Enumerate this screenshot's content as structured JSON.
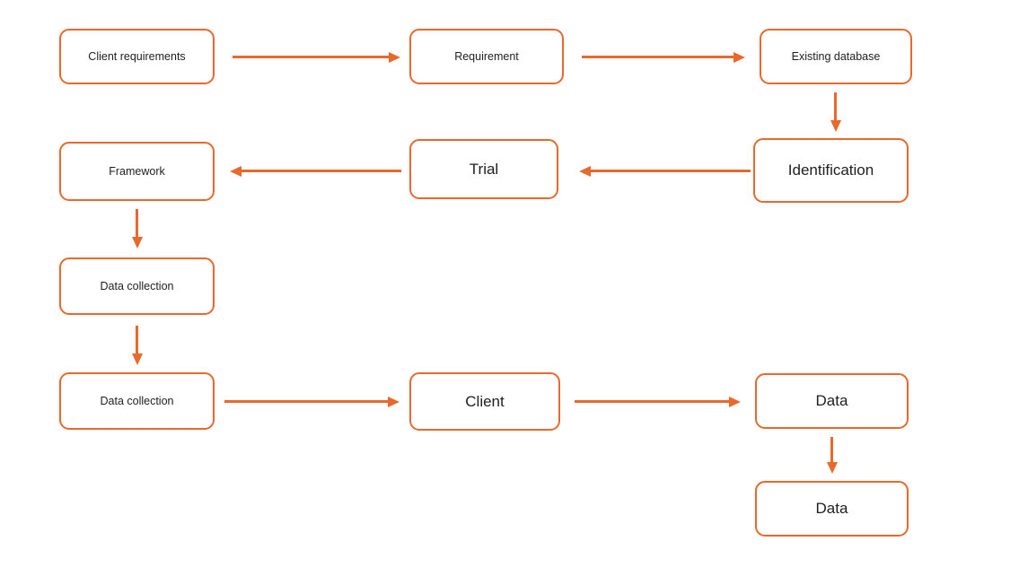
{
  "diagram": {
    "type": "flowchart",
    "accent_color": "#E8692B",
    "text_color": "#1E1E1E",
    "background_color": "#FFFFFF",
    "nodes": [
      {
        "id": "client-requirements",
        "label": "Client requirements"
      },
      {
        "id": "requirement",
        "label": "Requirement"
      },
      {
        "id": "existing-database",
        "label": "Existing database"
      },
      {
        "id": "identification",
        "label": "Identification"
      },
      {
        "id": "trial",
        "label": "Trial"
      },
      {
        "id": "framework",
        "label": "Framework"
      },
      {
        "id": "data-collection-1",
        "label": "Data collection"
      },
      {
        "id": "data-collection-2",
        "label": "Data collection"
      },
      {
        "id": "client",
        "label": "Client"
      },
      {
        "id": "data-1",
        "label": "Data"
      },
      {
        "id": "data-2",
        "label": "Data"
      }
    ],
    "edges": [
      {
        "from": "client-requirements",
        "to": "requirement",
        "direction": "right"
      },
      {
        "from": "requirement",
        "to": "existing-database",
        "direction": "right"
      },
      {
        "from": "existing-database",
        "to": "identification",
        "direction": "down"
      },
      {
        "from": "identification",
        "to": "trial",
        "direction": "left"
      },
      {
        "from": "trial",
        "to": "framework",
        "direction": "left"
      },
      {
        "from": "framework",
        "to": "data-collection-1",
        "direction": "down"
      },
      {
        "from": "data-collection-1",
        "to": "data-collection-2",
        "direction": "down"
      },
      {
        "from": "data-collection-2",
        "to": "client",
        "direction": "right"
      },
      {
        "from": "client",
        "to": "data-1",
        "direction": "right"
      },
      {
        "from": "data-1",
        "to": "data-2",
        "direction": "down"
      }
    ]
  }
}
